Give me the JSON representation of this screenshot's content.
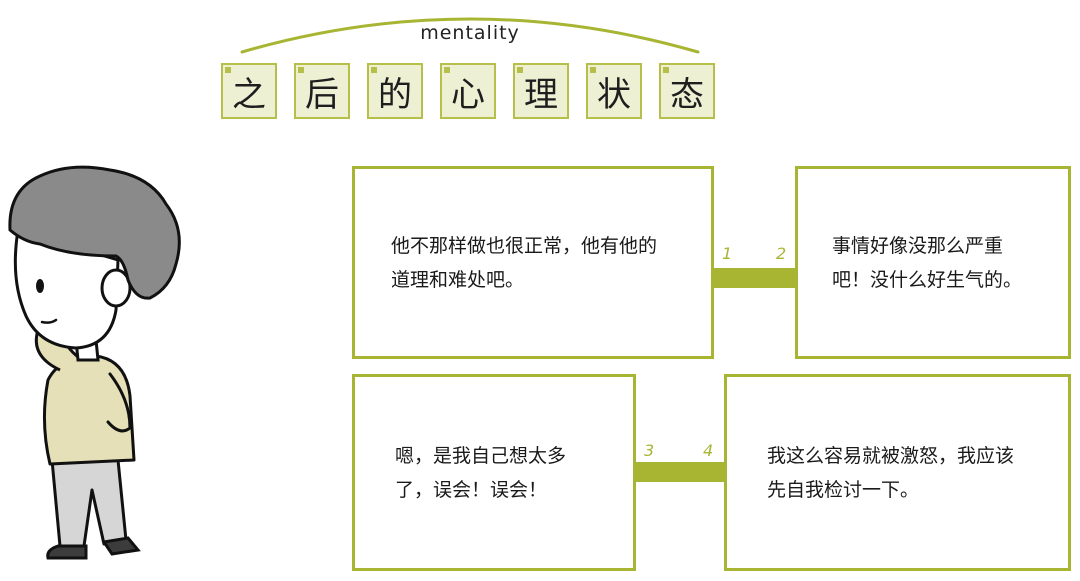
{
  "header": {
    "subtitle": "mentality",
    "title_chars": [
      "之",
      "后",
      "的",
      "心",
      "理",
      "状",
      "态"
    ]
  },
  "cards": [
    {
      "number": "1",
      "text": "他不那样做也很正常，他有他的道理和难处吧。"
    },
    {
      "number": "2",
      "text": "事情好像没那么严重吧！没什么好生气的。"
    },
    {
      "number": "3",
      "text": "嗯，是我自己想太多了，误会！误会！"
    },
    {
      "number": "4",
      "text": "我这么容易就被激怒，我应该先自我检讨一下。"
    }
  ],
  "colors": {
    "accent": "#a8b533",
    "tile_fill": "#eef0d4",
    "hair": "#8a8a8a",
    "sweater": "#e5e0b8",
    "pants": "#d6d6d6",
    "skin": "#ffffff"
  }
}
